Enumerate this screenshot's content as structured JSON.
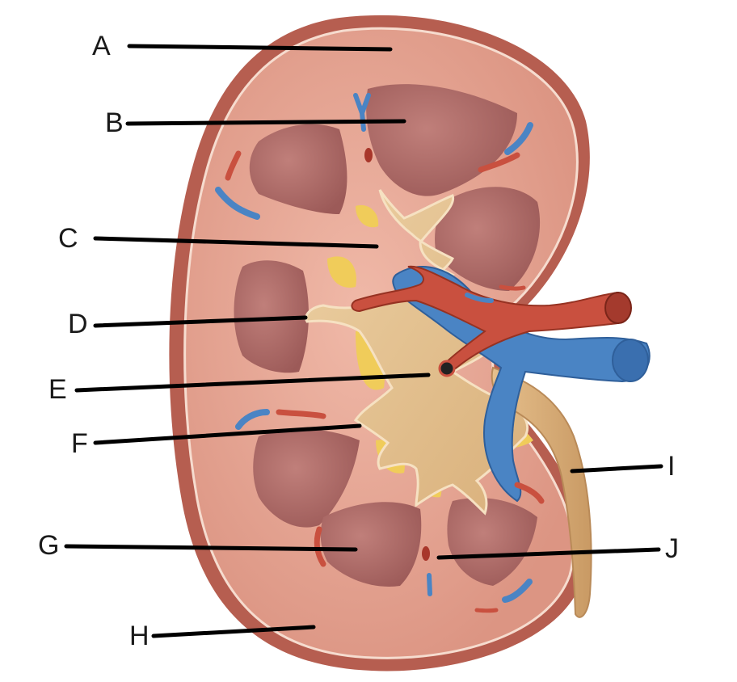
{
  "diagram": {
    "labels": [
      {
        "id": "A",
        "text": "A"
      },
      {
        "id": "B",
        "text": "B"
      },
      {
        "id": "C",
        "text": "C"
      },
      {
        "id": "D",
        "text": "D"
      },
      {
        "id": "E",
        "text": "E"
      },
      {
        "id": "F",
        "text": "F"
      },
      {
        "id": "G",
        "text": "G"
      },
      {
        "id": "H",
        "text": "H"
      },
      {
        "id": "I",
        "text": "I"
      },
      {
        "id": "J",
        "text": "J"
      }
    ],
    "colors": {
      "capsule": "#b25a4c",
      "cortex": "#e7a594",
      "medulla": "#b9716c",
      "pelvis": "#e2bd8c",
      "fat": "#f0cc5a",
      "artery": "#c9503f",
      "vein": "#4a84c4",
      "ureter": "#d7a873"
    }
  }
}
